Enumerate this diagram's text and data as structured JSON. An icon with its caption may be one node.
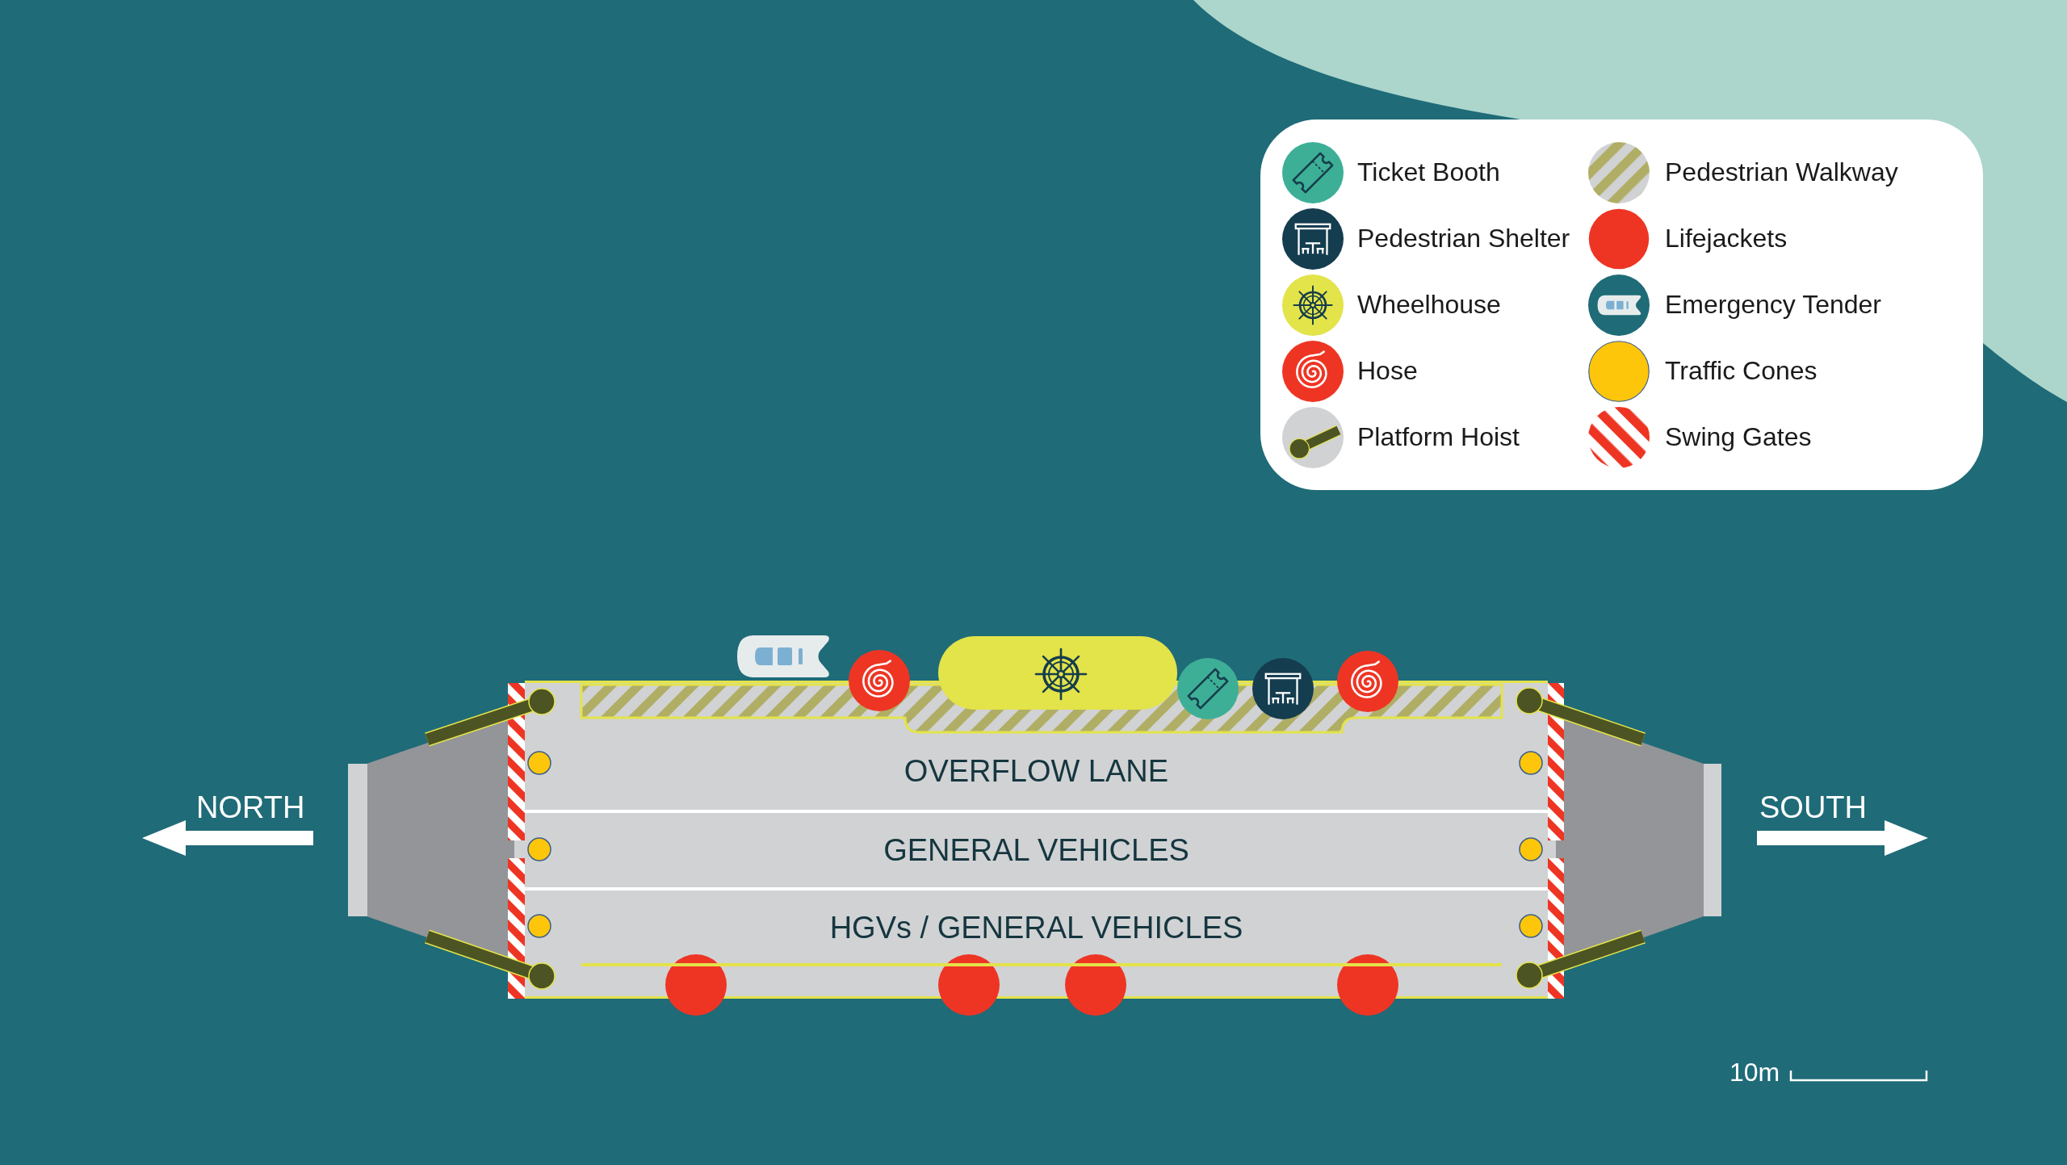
{
  "diagram": {
    "nodes": [
      {
        "text": [
          "OVERFLOW LANE"
        ]
      },
      {
        "text": [],
        "shape": "band",
        "in": 0
      },
      {
        "text": [
          "GENERAL VEHICLES"
        ]
      },
      {
        "text": [
          "HGVs / GENERAL VEHICLES"
        ]
      }
    ],
    "labels": [
      "NORTH",
      "SOUTH",
      "10m"
    ],
    "legend": [
      {
        "text": "Ticket Booth"
      },
      {
        "text": "Pedestrian Shelter"
      },
      {
        "text": "Wheelhouse"
      },
      {
        "text": "Hose"
      },
      {
        "text": "Platform Hoist"
      },
      {
        "text": "Pedestrian Walkway"
      },
      {
        "text": "Lifejackets",
        "color": "#ee3524"
      },
      {
        "text": "Emergency Tender"
      },
      {
        "text": "Traffic Cones",
        "color": "#fec60b"
      },
      {
        "text": "Swing Gates"
      }
    ]
  }
}
